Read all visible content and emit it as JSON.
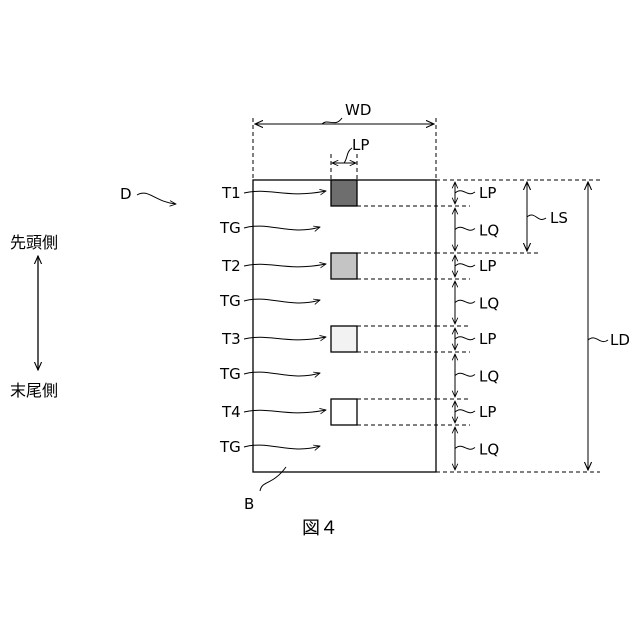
{
  "labels": {
    "width_label": "WD",
    "patch_width_label": "LP",
    "sheet_label": "D",
    "base_label": "B",
    "front_side": "先頭側",
    "rear_side": "末尾側",
    "spacing_label": "LS",
    "length_label": "LD",
    "figure_caption": "図４"
  },
  "patches": [
    {
      "label": "T1",
      "gap_label": "TG",
      "pitch_label": "LP",
      "gap_len_label": "LQ",
      "color": "#6e6e6e"
    },
    {
      "label": "T2",
      "gap_label": "TG",
      "pitch_label": "LP",
      "gap_len_label": "LQ",
      "color": "#c4c4c4"
    },
    {
      "label": "T3",
      "gap_label": "TG",
      "pitch_label": "LP",
      "gap_len_label": "LQ",
      "color": "#f2f2f2"
    },
    {
      "label": "T4",
      "gap_label": "TG",
      "pitch_label": "LP",
      "gap_len_label": "LQ",
      "color": "#ffffff"
    }
  ]
}
